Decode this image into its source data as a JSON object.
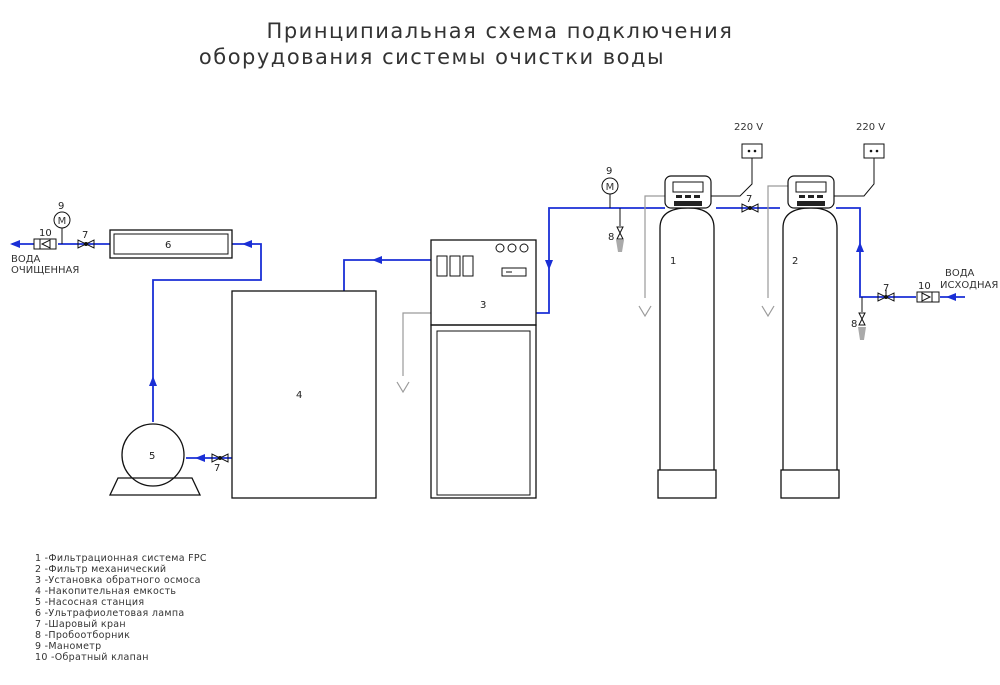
{
  "title": {
    "line1": "Принципиальная схема подключения",
    "line2": "оборудования системы очистки воды"
  },
  "colors": {
    "pipe": "#1a2fd6",
    "drain": "#9a9a9a",
    "equipment": "#111111"
  },
  "labels": {
    "out_water_1": "ВОДА",
    "out_water_2": "ОЧИЩЕННАЯ",
    "in_water_1": "ВОДА",
    "in_water_2": "ИСХОДНАЯ",
    "power_1": "220 V",
    "power_2": "220 V",
    "gauge_letter_1": "M",
    "gauge_letter_2": "M"
  },
  "numbers": {
    "tank_1": "1",
    "tank_2": "2",
    "ro_unit": "3",
    "storage_tank": "4",
    "pump": "5",
    "uv_lamp": "6",
    "valve_left": "7",
    "valve_pump": "7",
    "valve_between": "7",
    "valve_inlet": "7",
    "sampler_center": "8",
    "sampler_right": "8",
    "gauge_left": "9",
    "gauge_center": "9",
    "check_valve_left": "10",
    "check_valve_right": "10"
  },
  "legend": [
    "1  -Фильтрационная система FPC",
    "2  -Фильтр механический",
    "3  -Установка обратного осмоса",
    "4  -Накопительная емкость",
    "5  -Насосная станция",
    "6  -Ультрафиолетовая лампа",
    "7  -Шаровый кран",
    "8  -Пробоотборник",
    "9  -Манометр",
    "10  -Обратный клапан"
  ],
  "icons": [
    "gauge-icon",
    "ball-valve-icon",
    "check-valve-icon",
    "sampler-icon",
    "power-socket-icon",
    "drain-icon",
    "flow-arrow-icon"
  ]
}
